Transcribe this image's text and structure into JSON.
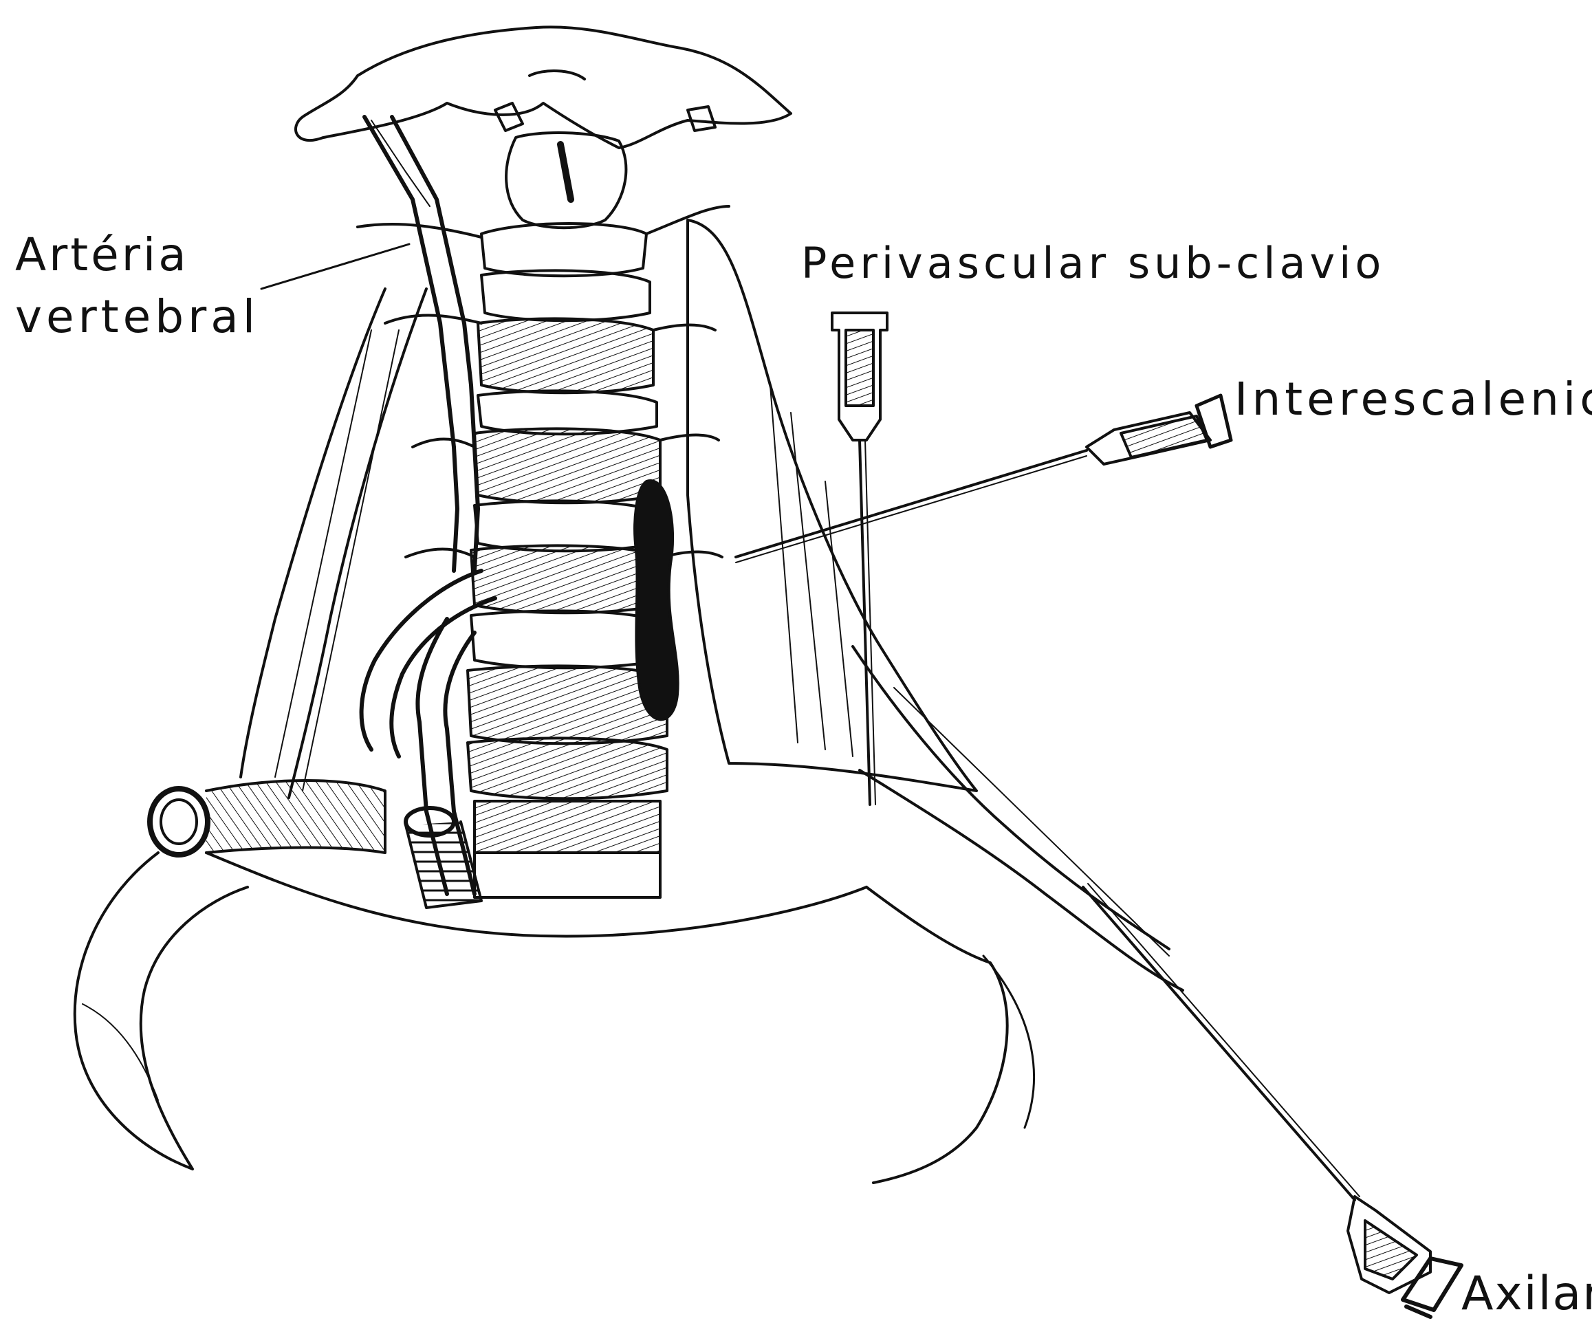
{
  "labels": {
    "arteria_line1": "Artéria",
    "arteria_line2": "vertebral",
    "perivascular": "Perivascular sub-clavio",
    "interescalenico": "Interescalenico",
    "axilar": "Axilar"
  },
  "colors": {
    "ink": "#111111",
    "background": "#ffffff"
  }
}
